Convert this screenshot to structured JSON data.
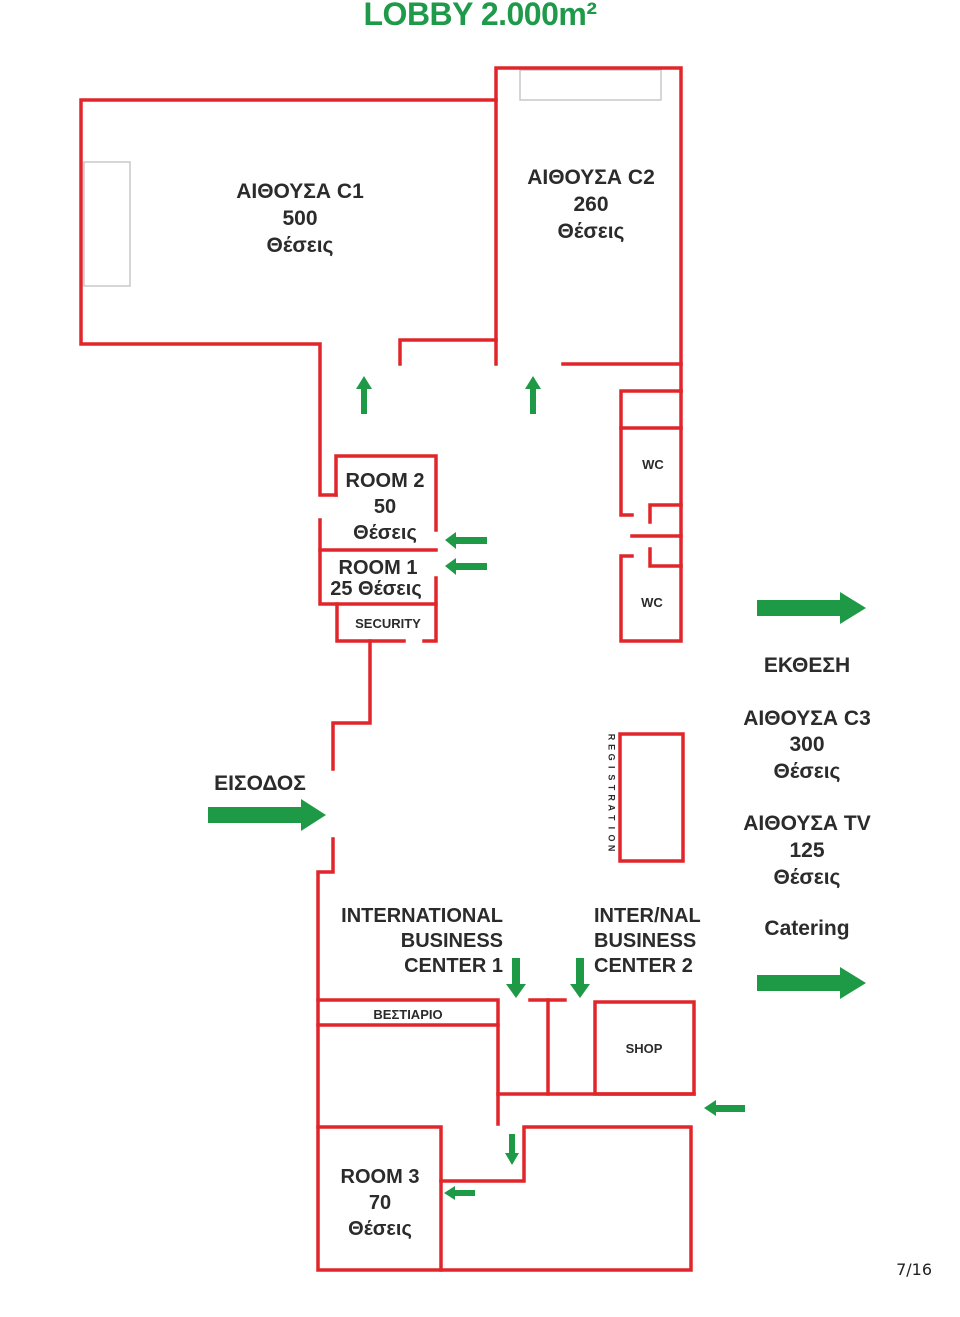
{
  "title": "LOBBY 2.000m²",
  "page_number": "7/16",
  "colors": {
    "walls": "#e0262b",
    "arrows": "#1e9a47",
    "title": "#1f9a4a",
    "text": "#2b2b2b"
  },
  "rooms": {
    "c1": {
      "name": "ΑΙΘΟΥΣΑ C1",
      "capacity": "500",
      "seats": "Θέσεις"
    },
    "c2": {
      "name": "ΑΙΘΟΥΣΑ C2",
      "capacity": "260",
      "seats": "Θέσεις"
    },
    "room2": {
      "name": "ROOM 2",
      "capacity": "50",
      "seats": "Θέσεις"
    },
    "room1": {
      "name": "ROOM 1",
      "capacity_seats": "25 Θέσεις"
    },
    "security": "SECURITY",
    "wc_top": "WC",
    "wc_bottom": "WC",
    "registration": [
      "R",
      "E",
      "G",
      "I",
      "S",
      "T",
      "R",
      "A",
      "T",
      "I",
      "O",
      "N"
    ],
    "ibc1": [
      "INTERNATIONAL",
      "BUSINESS",
      "CENTER 1"
    ],
    "ibc2": [
      "INTER/NAL",
      "BUSINESS",
      "CENTER 2"
    ],
    "vestiario": "ΒΕΣΤΙΑΡΙΟ",
    "shop": "SHOP",
    "room3": {
      "name": "ROOM 3",
      "capacity": "70",
      "seats": "Θέσεις"
    }
  },
  "entrance": "ΕΙΣΟΔΟΣ",
  "right_side": {
    "exhibition": "ΕΚΘΕΣΗ",
    "c3": {
      "name": "ΑΙΘΟΥΣΑ C3",
      "capacity": "300",
      "seats": "Θέσεις"
    },
    "tv": {
      "name": "ΑΙΘΟΥΣΑ TV",
      "capacity": "125",
      "seats": "Θέσεις"
    },
    "catering": "Catering"
  }
}
